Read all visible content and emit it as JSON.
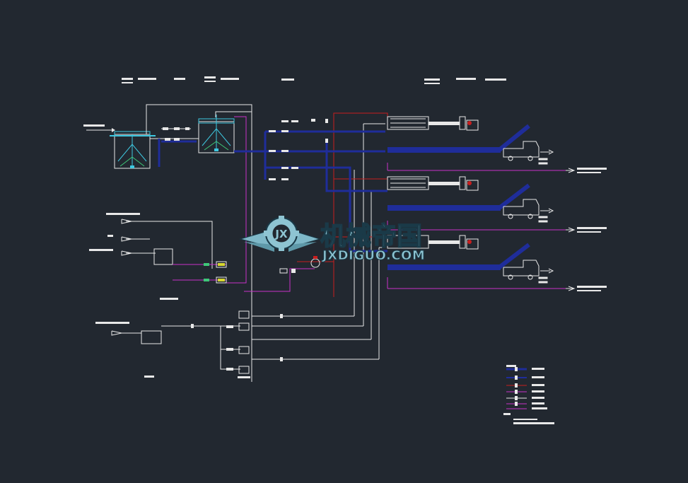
{
  "watermark": {
    "logo_letters": "JX",
    "title_cn": "机械帝国",
    "title_en": "JXDIGUO.COM"
  },
  "colors": {
    "background": "#222830",
    "line_white": "#e8e8e8",
    "line_navy": "#1f2d9a",
    "line_magenta": "#c832c8",
    "line_red": "#c81e1e",
    "equipment_cyan": "#3ec8e0",
    "equipment_green": "#3ec878",
    "watermark_teal": "#7fb8c8",
    "watermark_dark": "#1a3a48"
  }
}
